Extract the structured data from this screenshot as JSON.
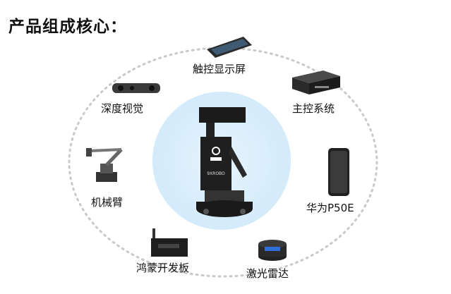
{
  "title": "产品组成核心：",
  "components": {
    "touch_display": "触控显示屏",
    "main_control": "主控系统",
    "depth_vision": "深度视觉",
    "robot_arm": "机械臂",
    "huawei_phone": "华为P50E",
    "hongmeng_board": "鸿蒙开发板",
    "lidar": "激光雷达"
  },
  "robot": {
    "brand_text": "9XROBO"
  },
  "colors": {
    "ring": "#c8c8c8",
    "glow": "#d6ecfb",
    "text": "#111111"
  }
}
